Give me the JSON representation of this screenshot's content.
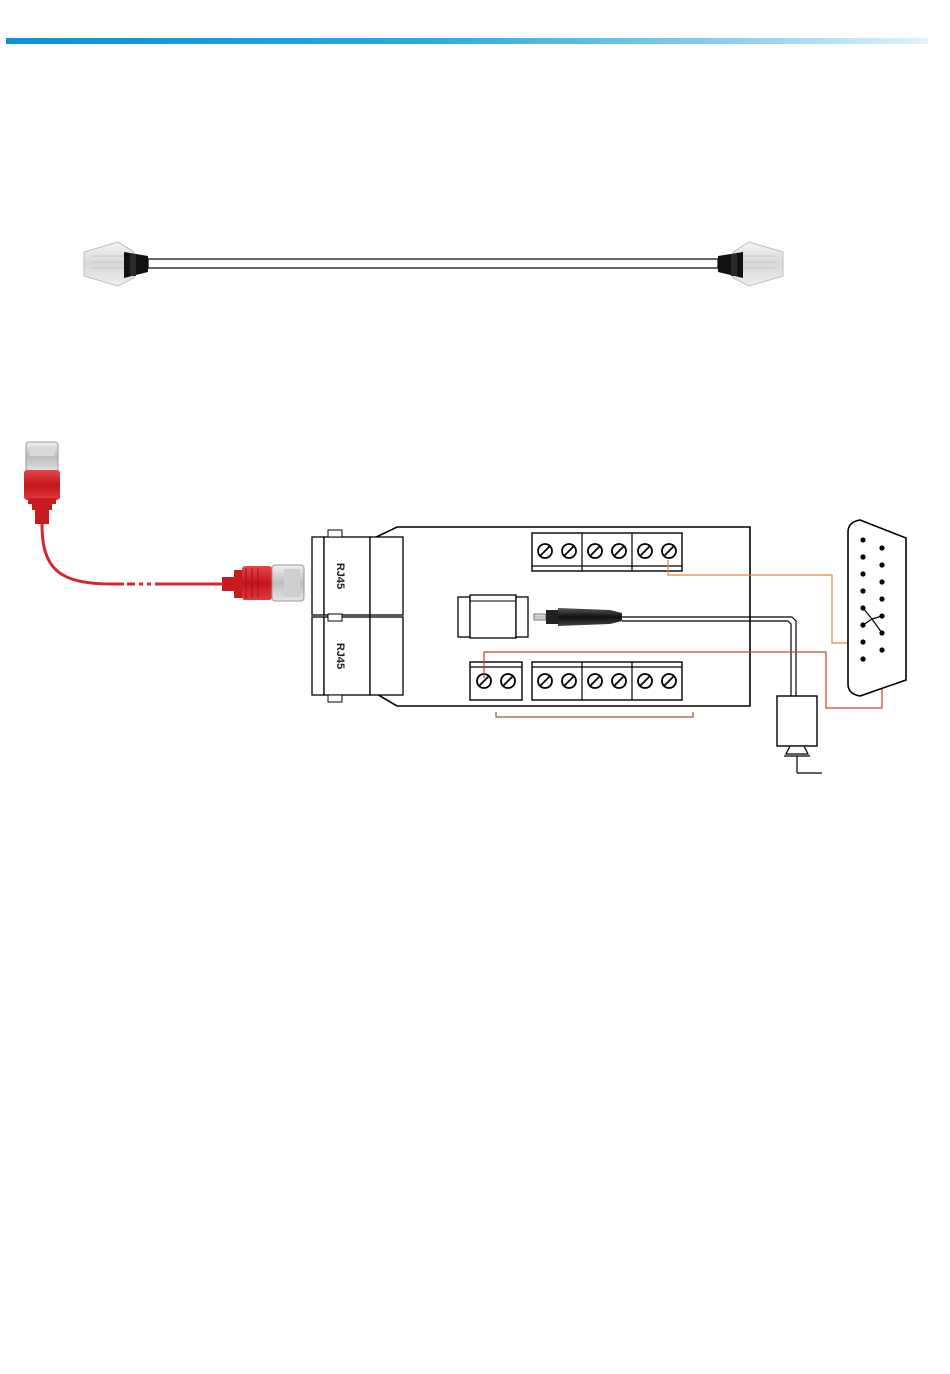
{
  "header": {
    "accent_color": "#1a9be0"
  },
  "patch_cable": {
    "icon": "rj45-patch-cable"
  },
  "adapter": {
    "port_top_label": "RJ45",
    "port_bottom_label": "RJ45",
    "wire_colors": {
      "orange": "#e38a3a",
      "red": "#d0402a",
      "cable": "#d8242b"
    }
  },
  "db_connector": {
    "icon": "db15-connector"
  }
}
